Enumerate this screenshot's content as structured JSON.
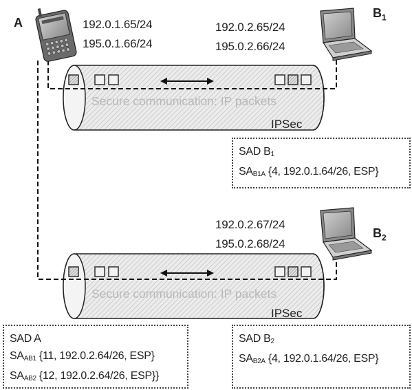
{
  "nodes": {
    "a": {
      "label": "A"
    },
    "b1": {
      "label": "B",
      "sub": "1"
    },
    "b2": {
      "label": "B",
      "sub": "2"
    }
  },
  "addresses": {
    "a": [
      "192.0.1.65/24",
      "195.0.1.66/24"
    ],
    "b1": [
      "192.0.2.65/24",
      "195.0.2.66/24"
    ],
    "b2": [
      "192.0.2.67/24",
      "195.0.2.68/24"
    ]
  },
  "tunnels": {
    "top": {
      "caption": "Secure communication: IP packets",
      "protocol": "IPSec"
    },
    "bottom": {
      "caption": "Secure communication: IP packets",
      "protocol": "IPSec"
    }
  },
  "sad_b1": {
    "title": "SAD B",
    "title_sub": "1",
    "sa1_prefix": "SA",
    "sa1_sub": "B1A",
    "sa1_rest": " {4, 192.0.1.64/26, ESP}"
  },
  "sad_a": {
    "title": "SAD A",
    "sa1_prefix": "SA",
    "sa1_sub": "AB1",
    "sa1_rest": " {11, 192.0.2.64/26, ESP}",
    "sa2_prefix": "SA",
    "sa2_sub": "AB2",
    "sa2_rest": " {12, 192.0.2.64/26, ESP}}"
  },
  "sad_b2": {
    "title": "SAD B",
    "title_sub": "2",
    "sa1_prefix": "SA",
    "sa1_sub": "B2A",
    "sa1_rest": " {4, 192.0.1.64/26, ESP}"
  },
  "colors": {
    "tunnel_fill": "#e6e6e6",
    "tunnel_hatch": "#c8c8c8",
    "line": "#111111",
    "packet_hatch": "#999999"
  }
}
